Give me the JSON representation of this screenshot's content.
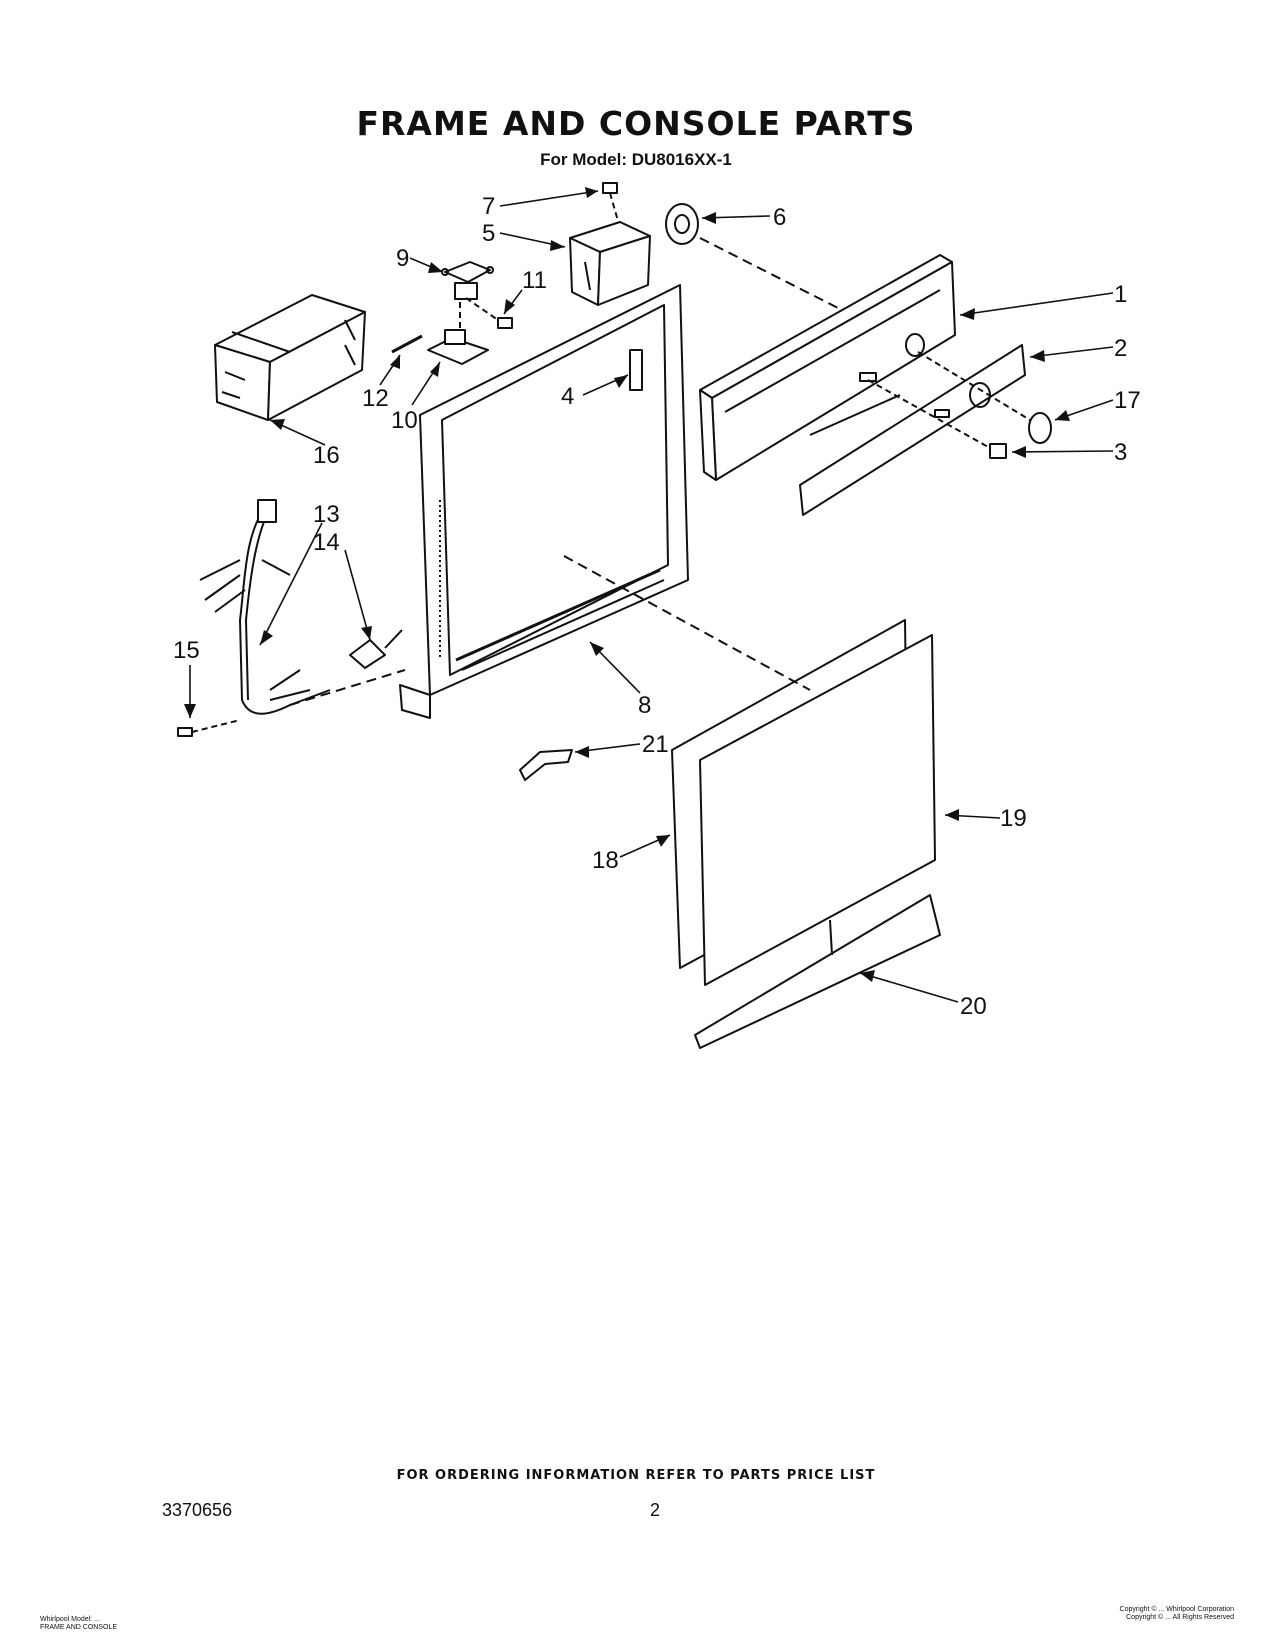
{
  "page": {
    "title": "FRAME AND CONSOLE PARTS",
    "subtitle": "For Model: DU8016XX-1",
    "ordering_note": "FOR ORDERING INFORMATION REFER TO PARTS PRICE LIST",
    "document_number": "3370656",
    "page_number": "2",
    "footer_left": [
      "Whirlpool Model: ...",
      "FRAME AND CONSOLE"
    ],
    "footer_right": [
      "Copyright © ... Whirlpool Corporation",
      "Copyright © ... All Rights Reserved"
    ]
  },
  "callouts": [
    "1",
    "2",
    "3",
    "4",
    "5",
    "6",
    "7",
    "8",
    "9",
    "10",
    "11",
    "12",
    "13",
    "14",
    "15",
    "16",
    "17",
    "18",
    "19",
    "20",
    "21"
  ]
}
